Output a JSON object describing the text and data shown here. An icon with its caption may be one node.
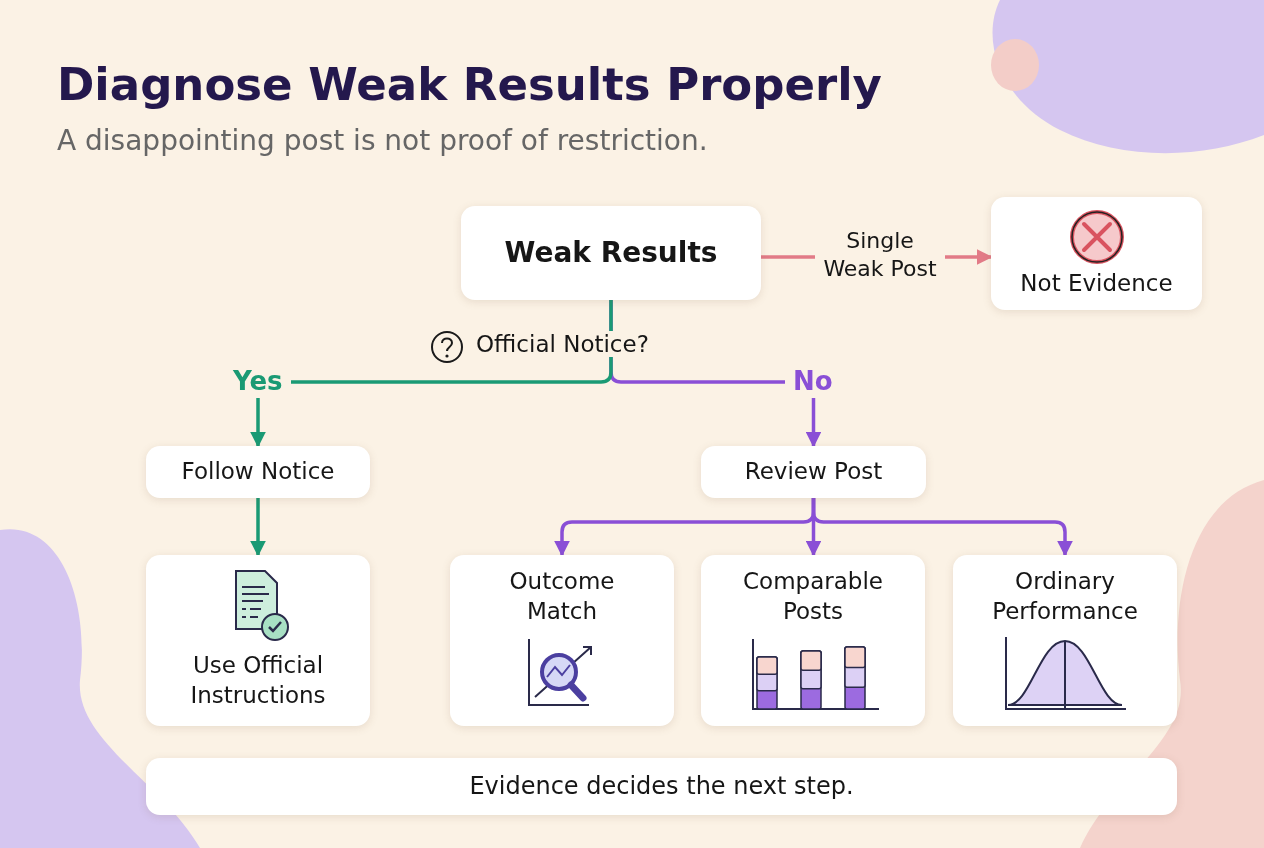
{
  "diagram": {
    "title": "Diagnose Weak Results Properly",
    "caption": "A disappointing post is not proof of restriction.",
    "nodes": [
      {
        "text": [
          "Weak Results"
        ]
      },
      {
        "text": [
          "Not Evidence"
        ]
      },
      {
        "text": [
          "Follow Notice"
        ]
      },
      {
        "text": [
          "Use Official Instructions"
        ]
      },
      {
        "text": [
          "Review Post"
        ]
      },
      {
        "text": [
          "Outcome Match"
        ]
      },
      {
        "text": [
          "Comparable Posts"
        ]
      },
      {
        "text": [
          "Ordinary Performance"
        ]
      },
      {
        "text": [
          "Evidence decides the next step."
        ]
      }
    ],
    "edges": [
      {
        "from": 0,
        "to": 1,
        "arrow": "to",
        "label": "Single Weak Post",
        "color": "#e27b87"
      },
      {
        "from": 0,
        "to": 2,
        "arrow": "to",
        "label": "Yes",
        "color": "#1a9a74"
      },
      {
        "from": 0,
        "to": 4,
        "arrow": "to",
        "label": "No"
      },
      {
        "from": 2,
        "to": 3,
        "arrow": "to",
        "color": "#1a9a74"
      },
      {
        "from": 4,
        "to": 5,
        "arrow": "to"
      },
      {
        "from": 4,
        "to": 6,
        "arrow": "to"
      },
      {
        "from": 4,
        "to": 7,
        "arrow": "to"
      }
    ],
    "labels": [
      "Official Notice?"
    ]
  }
}
